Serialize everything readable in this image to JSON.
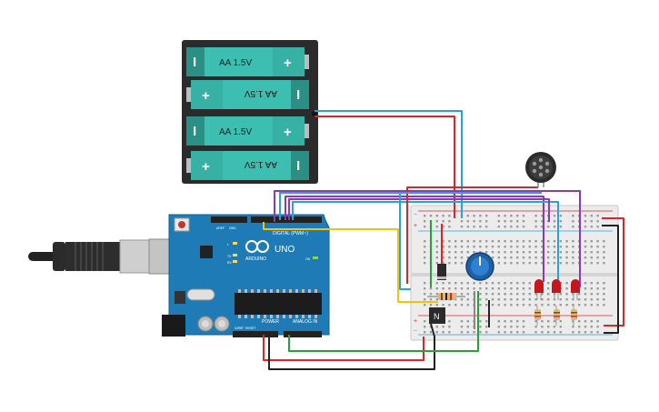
{
  "battery_pack": {
    "cells": [
      {
        "label": "AA 1.5V",
        "flipped": false
      },
      {
        "label": "AA 1.5V",
        "flipped": true
      },
      {
        "label": "AA 1.5V",
        "flipped": false
      },
      {
        "label": "AA 1.5V",
        "flipped": true
      }
    ],
    "minus": "I",
    "plus": "+"
  },
  "arduino": {
    "brand": "ARDUINO",
    "model": "UNO",
    "digital_label": "DIGITAL (PWM~)",
    "power_label": "POWER",
    "analog_label": "ANALOG IN",
    "aref": "AREF",
    "gnd": "GND",
    "led_l": "L",
    "tx": "TX",
    "rx": "RX",
    "on": "ON",
    "ioref": "IOREF",
    "reset": "RESET"
  },
  "transistor": {
    "label": "N"
  },
  "breadboard": {
    "minus": "−",
    "plus": "+"
  },
  "colors": {
    "wire_red": "#d9262b",
    "wire_blue": "#2aa2d9",
    "wire_purple": "#8a3ab9",
    "wire_yellow": "#f4c20d",
    "wire_green": "#27a23a",
    "wire_black": "#222222",
    "battery_teal": "#3cbfb0",
    "arduino_blue": "#1f7bb5",
    "led_red": "#c4161c"
  }
}
